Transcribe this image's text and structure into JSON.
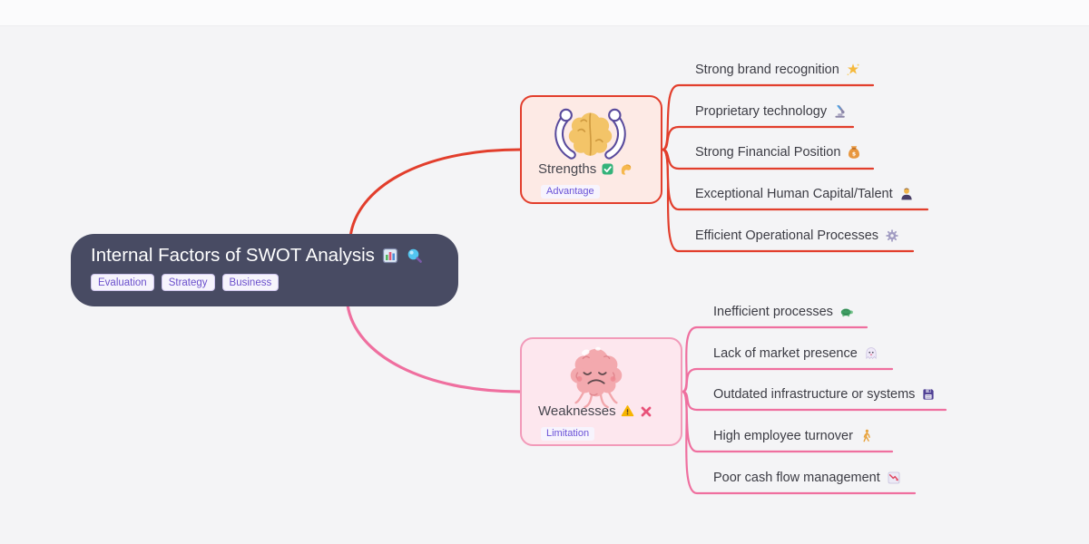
{
  "window": {
    "background": "#f4f4f6",
    "topbar_background": "#fbfbfc"
  },
  "root": {
    "title": "Internal Factors of SWOT Analysis",
    "icons": [
      {
        "name": "bar-chart-icon",
        "glyph": "📊"
      },
      {
        "name": "magnifier-icon",
        "glyph": "🔍"
      }
    ],
    "tags": [
      "Evaluation",
      "Strategy",
      "Business"
    ],
    "colors": {
      "bg": "#484b63",
      "text": "#ffffff",
      "tag_text": "#6b50cc"
    }
  },
  "branches": [
    {
      "label": "Strengths",
      "tag": "Advantage",
      "line_color": "#e23e2c",
      "border_color": "#e23e2c",
      "fill": "#fdeae5",
      "illustration": "strong-brain-flexing-arms",
      "icons": [
        {
          "name": "check-mark-icon",
          "glyph": "✅"
        },
        {
          "name": "flexed-biceps-icon",
          "glyph": "💪"
        }
      ],
      "children": [
        {
          "text": "Strong brand recognition",
          "icon_name": "glowing-star-icon",
          "icon_glyph": "🌟"
        },
        {
          "text": "Proprietary technology",
          "icon_name": "microscope-icon",
          "icon_glyph": "🔬"
        },
        {
          "text": "Strong Financial Position",
          "icon_name": "money-bag-icon",
          "icon_glyph": "💰"
        },
        {
          "text": "Exceptional Human Capital/Talent",
          "icon_name": "office-worker-icon",
          "icon_glyph": "🧑‍💼"
        },
        {
          "text": "Efficient Operational Processes",
          "icon_name": "gear-icon",
          "icon_glyph": "⚙️"
        }
      ]
    },
    {
      "label": "Weaknesses",
      "tag": "Limitation",
      "line_color": "#ef6f9f",
      "border_color": "#f29ab9",
      "fill": "#fde7ee",
      "illustration": "sad-brain",
      "icons": [
        {
          "name": "warning-icon",
          "glyph": "⚠️"
        },
        {
          "name": "cross-mark-icon",
          "glyph": "❌"
        }
      ],
      "children": [
        {
          "text": "Inefficient processes",
          "icon_name": "turtle-icon",
          "icon_glyph": "🐢"
        },
        {
          "text": "Lack of market presence",
          "icon_name": "ghost-icon",
          "icon_glyph": "👻"
        },
        {
          "text": "Outdated infrastructure or systems",
          "icon_name": "floppy-disk-icon",
          "icon_glyph": "💾"
        },
        {
          "text": "High employee turnover",
          "icon_name": "walking-person-icon",
          "icon_glyph": "🚶"
        },
        {
          "text": "Poor cash flow management",
          "icon_name": "chart-decreasing-icon",
          "icon_glyph": "📉"
        }
      ]
    }
  ]
}
